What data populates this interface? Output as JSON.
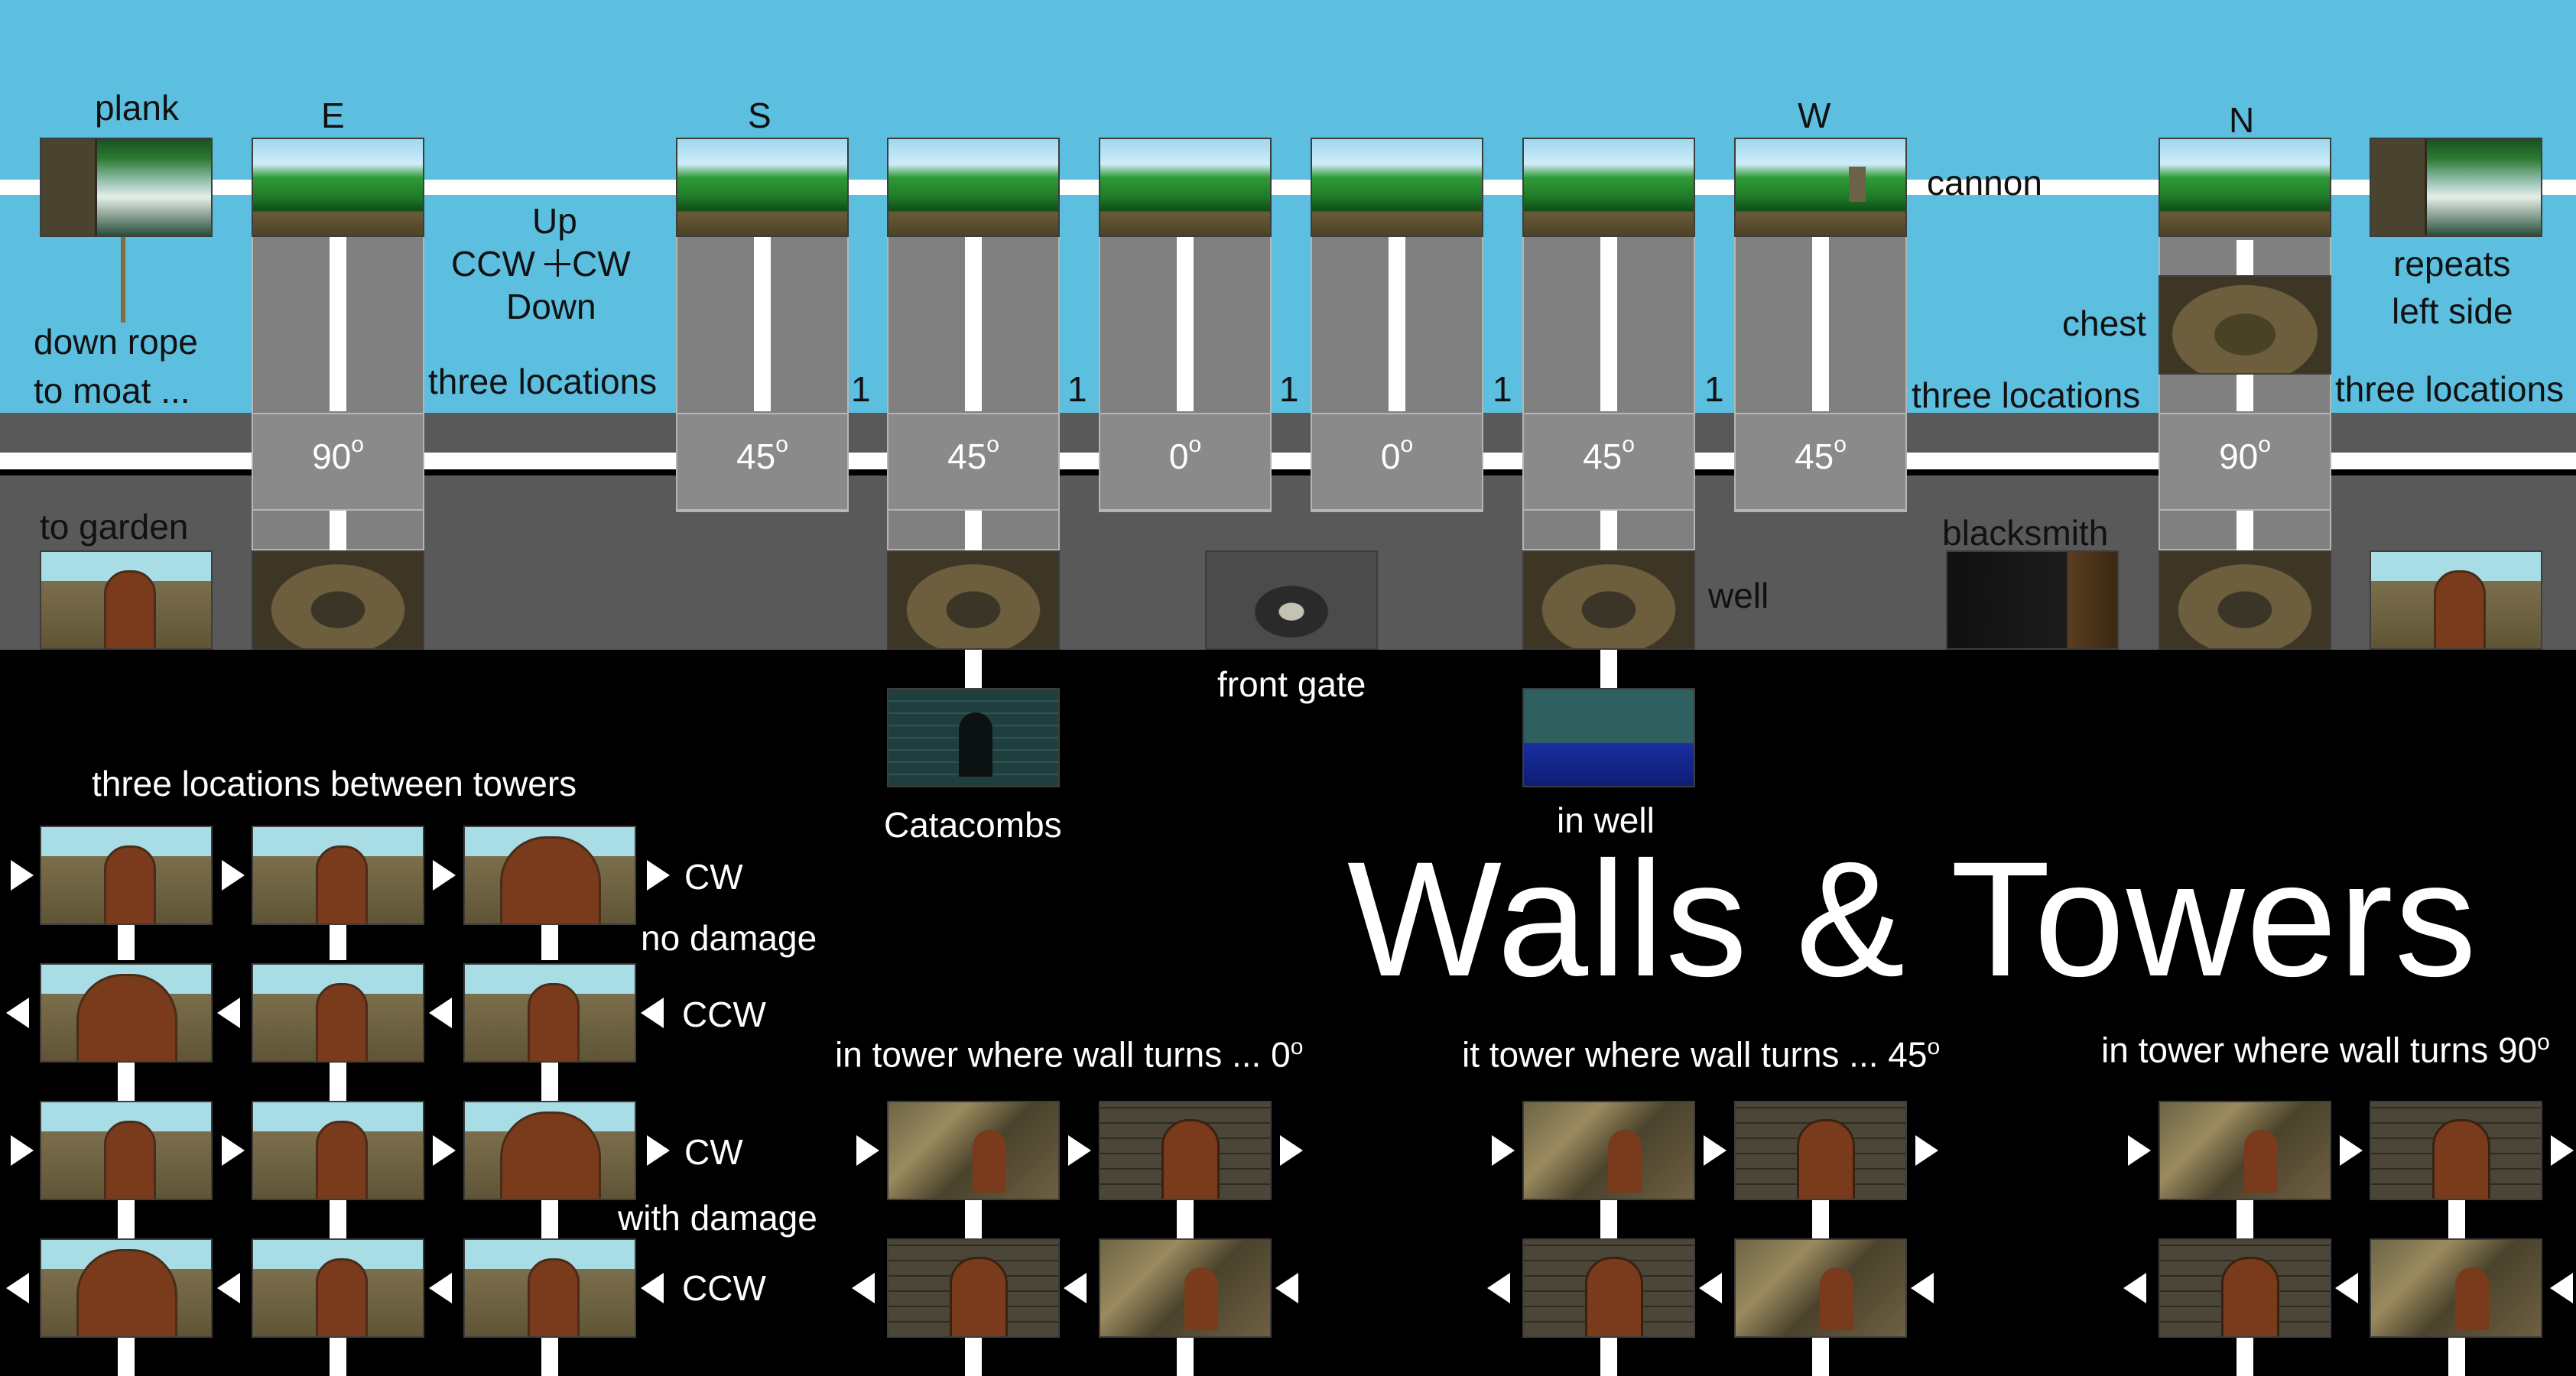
{
  "title": "Walls & Towers",
  "compass": {
    "e": "E",
    "s": "S",
    "w": "W",
    "n": "N"
  },
  "legend": {
    "up": "Up",
    "ccw": "CCW",
    "cw": "CW",
    "down": "Down"
  },
  "labels": {
    "plank": "plank",
    "down_rope_1": "down rope",
    "down_rope_2": "to moat ...",
    "three_locations": "three locations",
    "one": "1",
    "cannon": "cannon",
    "chest": "chest",
    "repeats_1": "repeats",
    "repeats_2": "left side",
    "to_garden": "to garden",
    "blacksmith": "blacksmith",
    "well": "well",
    "front_gate": "front gate",
    "catacombs": "Catacombs",
    "in_well": "in well",
    "three_between": "three locations between towers",
    "cw": "CW",
    "ccw": "CCW",
    "no_damage": "no damage",
    "with_damage": "with damage",
    "tower_0": "in tower where wall turns ... 0",
    "tower_45": "it tower where wall turns ... 45",
    "tower_90": "in tower where wall turns 90",
    "deg_sign": "o"
  },
  "angles": [
    "90",
    "45",
    "45",
    "0",
    "0",
    "45",
    "45",
    "90"
  ]
}
